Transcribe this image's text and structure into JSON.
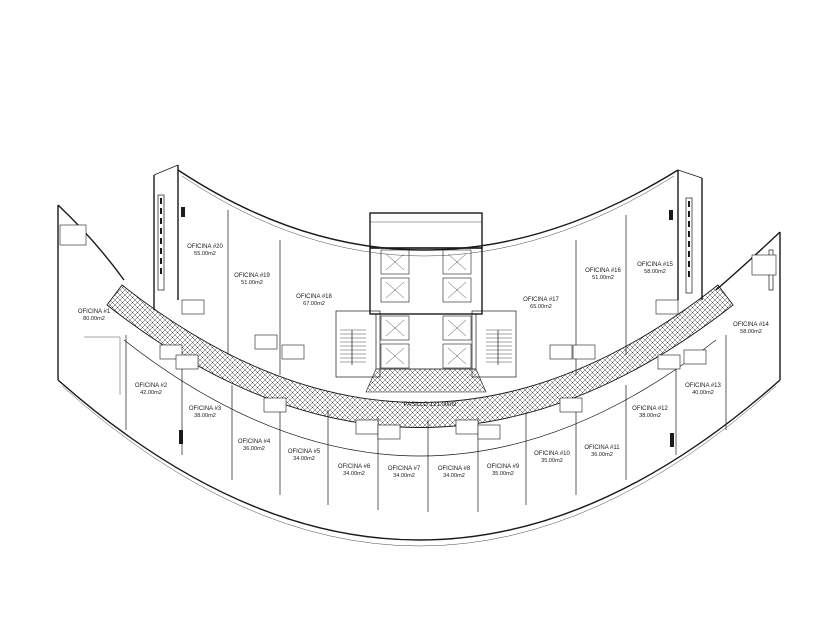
{
  "diagram": {
    "corridor": {
      "name": "PASILLO",
      "area": "121.00m2"
    },
    "offices": [
      {
        "name": "OFICINA #1",
        "area": "80.00m2"
      },
      {
        "name": "OFICINA #2",
        "area": "42.00m2"
      },
      {
        "name": "OFICINA #3",
        "area": "38.00m2"
      },
      {
        "name": "OFICINA #4",
        "area": "36.00m2"
      },
      {
        "name": "OFICINA #5",
        "area": "34.00m2"
      },
      {
        "name": "OFICINA #6",
        "area": "34.00m2"
      },
      {
        "name": "OFICINA #7",
        "area": "34.00m2"
      },
      {
        "name": "OFICINA #8",
        "area": "34.00m2"
      },
      {
        "name": "OFICINA #9",
        "area": "35.00m2"
      },
      {
        "name": "OFICINA #10",
        "area": "35.00m2"
      },
      {
        "name": "OFICINA #11",
        "area": "36.00m2"
      },
      {
        "name": "OFICINA #12",
        "area": "38.00m2"
      },
      {
        "name": "OFICINA #13",
        "area": "40.00m2"
      },
      {
        "name": "OFICINA #14",
        "area": "58.00m2"
      },
      {
        "name": "OFICINA #15",
        "area": "58.00m2"
      },
      {
        "name": "OFICINA #16",
        "area": "51.00m2"
      },
      {
        "name": "OFICINA #17",
        "area": "65.00m2"
      },
      {
        "name": "OFICINA #18",
        "area": "67.00m2"
      },
      {
        "name": "OFICINA #19",
        "area": "51.00m2"
      },
      {
        "name": "OFICINA #20",
        "area": "55.00m2"
      }
    ]
  }
}
